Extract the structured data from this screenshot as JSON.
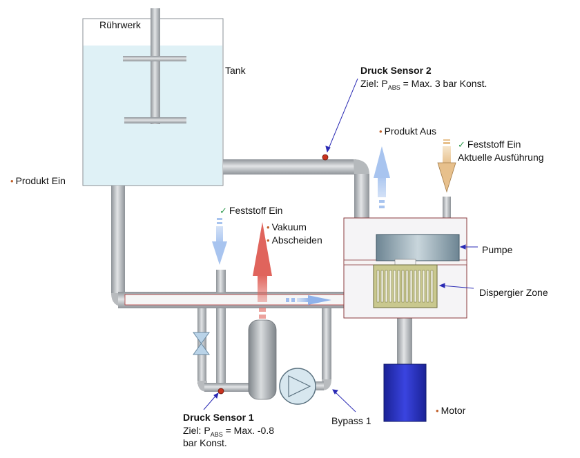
{
  "labels": {
    "ruehrwerk": "Rührwerk",
    "tank": "Tank",
    "produkt_ein": "Produkt Ein",
    "sensor2_title": "Druck Sensor 2",
    "sensor2_line_prefix": "Ziel: P",
    "sensor2_sub": "ABS",
    "sensor2_line_suffix": " = Max. 3 bar Konst.",
    "produkt_aus": "Produkt Aus",
    "feststoff_ein_right": "Feststoff Ein",
    "aktuelle_ausfuehrung": "Aktuelle Ausführung",
    "feststoff_ein_left": "Feststoff Ein",
    "vakuum": "Vakuum",
    "abscheiden": "Abscheiden",
    "pumpe": "Pumpe",
    "dispergier_zone": "Dispergier Zone",
    "motor": "Motor",
    "bypass": "Bypass 1",
    "sensor1_title": "Druck Sensor 1",
    "sensor1_line_prefix": "Ziel: P",
    "sensor1_sub": "ABS",
    "sensor1_line_suffix": " = Max. -0.8",
    "sensor1_line2": "bar Konst."
  },
  "colors": {
    "pipe": "#c4c6c9",
    "pipe_edge": "#6e7378",
    "tank_fluid": "#dff1f6",
    "motor": "#2833c8",
    "pump_housing": "#a9bcc6",
    "disperser": "#c9c88e",
    "vacuum_arrow": "#e0645c",
    "product_out_arrow": "#a8c4ef",
    "solids_arrow": "#f1d9b4",
    "sensor_dot": "#c8321e",
    "leader_line": "#2a2ab4",
    "bullet": "#c0602a",
    "check": "#2e9a4e"
  }
}
